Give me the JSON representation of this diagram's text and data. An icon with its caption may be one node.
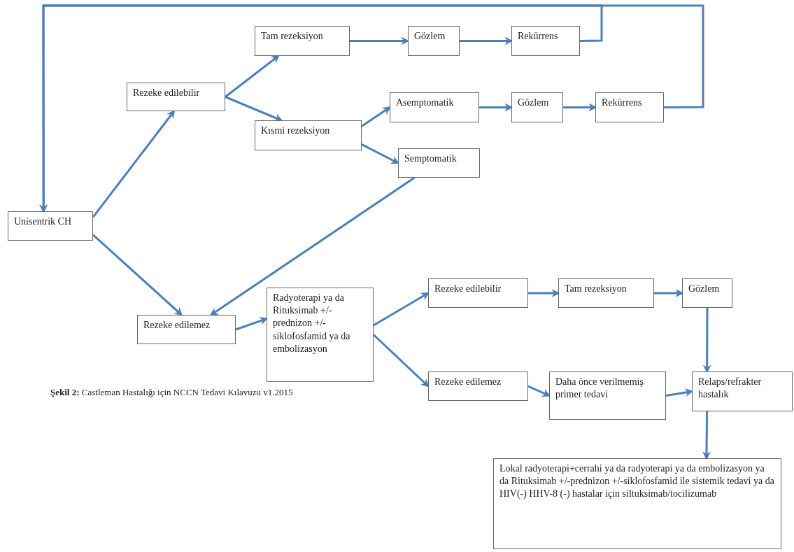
{
  "diagram": {
    "caption": "**Şekil 2:** Castleman Hastalığı için NCCN Tedavi Kılavuzu v1.2015",
    "nodes": [
      {
        "text": [
          "Unisentrik CH"
        ]
      },
      {
        "text": [
          "Rezeke edilebilir"
        ]
      },
      {
        "text": [
          "Tam rezeksiyon"
        ]
      },
      {
        "text": [
          "Gözlem"
        ]
      },
      {
        "text": [
          "Rekürrens"
        ]
      },
      {
        "text": [
          "Kısmi rezeksiyon"
        ]
      },
      {
        "text": [
          "Asemptomatik"
        ]
      },
      {
        "text": [
          "Gözlem"
        ]
      },
      {
        "text": [
          "Rekürrens"
        ]
      },
      {
        "text": [
          "Semptomatik"
        ]
      },
      {
        "text": [
          "Rezeke edilemez"
        ]
      },
      {
        "text": [
          "Radyoterapi ya da Rituksimab +/- prednizon +/- siklofosfamid ya da embolizasyon"
        ]
      },
      {
        "text": [
          "Rezeke edilebilir"
        ]
      },
      {
        "text": [
          "Tam rezeksiyon"
        ]
      },
      {
        "text": [
          "Gözlem"
        ]
      },
      {
        "text": [
          "Rezeke edilemez"
        ]
      },
      {
        "text": [
          "Daha önce verilmemiş primer tedavi"
        ]
      },
      {
        "text": [
          "Relaps/refrakter hastalık"
        ]
      },
      {
        "text": [
          "Lokal radyoterapi+cerrahi ya da radyoterapi ya da embolizasyon ya da Rituksimab +/-prednizon +/-siklofosfamid ile sistemik tedavi ya da HIV(-) HHV-8 (-) hastalar için siltuksimab/tocilizumab"
        ]
      }
    ],
    "edges": [
      {
        "from": 0,
        "to": 1,
        "arrow": "to"
      },
      {
        "from": 0,
        "to": 10,
        "arrow": "to"
      },
      {
        "from": 1,
        "to": 2,
        "arrow": "to"
      },
      {
        "from": 1,
        "to": 5,
        "arrow": "to"
      },
      {
        "from": 2,
        "to": 3,
        "arrow": "to"
      },
      {
        "from": 3,
        "to": 4,
        "arrow": "to"
      },
      {
        "from": 4,
        "to": 0,
        "arrow": "to"
      },
      {
        "from": 8,
        "to": 0,
        "arrow": "to"
      },
      {
        "from": 5,
        "to": 6,
        "arrow": "to"
      },
      {
        "from": 5,
        "to": 9,
        "arrow": "to"
      },
      {
        "from": 6,
        "to": 7,
        "arrow": "to"
      },
      {
        "from": 7,
        "to": 8,
        "arrow": "to"
      },
      {
        "from": 9,
        "to": 10,
        "arrow": "to"
      },
      {
        "from": 10,
        "to": 11,
        "arrow": "to"
      },
      {
        "from": 11,
        "to": 12,
        "arrow": "to"
      },
      {
        "from": 11,
        "to": 15,
        "arrow": "to"
      },
      {
        "from": 12,
        "to": 13,
        "arrow": "to"
      },
      {
        "from": 13,
        "to": 14,
        "arrow": "to"
      },
      {
        "from": 14,
        "to": 17,
        "arrow": "to"
      },
      {
        "from": 15,
        "to": 16,
        "arrow": "to"
      },
      {
        "from": 16,
        "to": 17,
        "arrow": "to"
      },
      {
        "from": 17,
        "to": 18,
        "arrow": "to"
      }
    ]
  }
}
